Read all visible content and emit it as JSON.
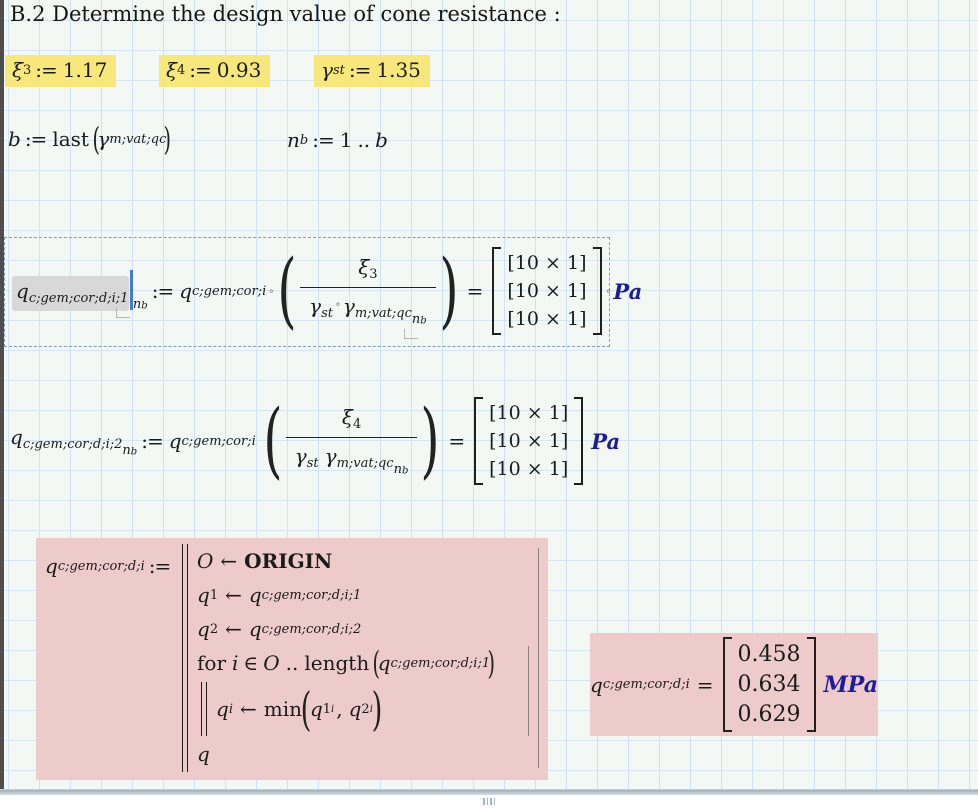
{
  "title": "B.2 Determine the design value of cone resistance :",
  "colors": {
    "highlight_yellow": "#f8e87b",
    "region_pink": "#edcbcb",
    "unit_blue": "#1d1d9c",
    "grid_blue": "#cfe1f2",
    "cursor_blue": "#3e7cd6",
    "selection_dash": "#7d9cb8"
  },
  "defs": {
    "xi3": {
      "name": "ξ",
      "sub": "3",
      "assign": ":=",
      "value": "1.17"
    },
    "xi4": {
      "name": "ξ",
      "sub": "4",
      "assign": ":=",
      "value": "0.93"
    },
    "gamma_st": {
      "name": "γ",
      "sub": "st",
      "assign": ":=",
      "value": "1.35"
    },
    "b": {
      "lhs": "b",
      "assign": ":=",
      "func": "last",
      "arg": "γ",
      "arg_sub": "m;vat;qc"
    },
    "nb": {
      "lhs": "n",
      "lhs_sub": "b",
      "assign": ":=",
      "start": "1",
      "dots": "..",
      "end": "b"
    }
  },
  "eq1": {
    "lhs": "q",
    "lhs_sub": "c;gem;cor;d;i;1",
    "idx": "n",
    "idx_sub": "b",
    "assign": ":=",
    "rhs": "q",
    "rhs_sub": "c;gem;cor;i",
    "times": "∘",
    "lparen": "(",
    "rparen": ")",
    "num": "ξ",
    "num_sub": "3",
    "den1": "γ",
    "den1_sub": "st",
    "den_times": "∘",
    "den2": "γ",
    "den2_sub": "m;vat;qc",
    "den2_idx": "n",
    "den2_idx_sub": "b",
    "equals": "=",
    "matrix": [
      "[10 × 1]",
      "[10 × 1]",
      "[10 × 1]"
    ],
    "unit_times": "∘",
    "unit": "Pa"
  },
  "eq2": {
    "lhs": "q",
    "lhs_sub": "c;gem;cor;d;i;2",
    "idx": "n",
    "idx_sub": "b",
    "assign": ":=",
    "rhs": "q",
    "rhs_sub": "c;gem;cor;i",
    "lparen": "(",
    "rparen": ")",
    "num": "ξ",
    "num_sub": "4",
    "den1": "γ",
    "den1_sub": "st",
    "den2": "γ",
    "den2_sub": "m;vat;qc",
    "den2_idx": "n",
    "den2_idx_sub": "b",
    "equals": "=",
    "matrix": [
      "[10 × 1]",
      "[10 × 1]",
      "[10 × 1]"
    ],
    "unit": "Pa"
  },
  "program": {
    "lhs": "q",
    "lhs_sub": "c;gem;cor;d;i",
    "assign": ":=",
    "l1_a": "O",
    "l1_arrow": "←",
    "l1_b": "ORIGIN",
    "l2_a": "q",
    "l2_a_sub": "1",
    "l2_arrow": "←",
    "l2_b": "q",
    "l2_b_sub": "c;gem;cor;d;i;1",
    "l3_a": "q",
    "l3_a_sub": "2",
    "l3_arrow": "←",
    "l3_b": "q",
    "l3_b_sub": "c;gem;cor;d;i;2",
    "l4_for": "for",
    "l4_var": "i",
    "l4_in": "∈",
    "l4_start": "O",
    "l4_dots": "..",
    "l4_func": "length",
    "l4_lparen": "(",
    "l4_arg": "q",
    "l4_arg_sub": "c;gem;cor;d;i;1",
    "l4_rparen": ")",
    "l5_a": "q",
    "l5_a_idx": "i",
    "l5_arrow": "←",
    "l5_func": "min",
    "l5_lparen": "(",
    "l5_p1": "q",
    "l5_p1_sub": "1",
    "l5_p1_idx": "i",
    "l5_comma": ",",
    "l5_p2": "q",
    "l5_p2_sub": "2",
    "l5_p2_idx": "i",
    "l5_rparen": ")",
    "l6": "q"
  },
  "result": {
    "lhs": "q",
    "lhs_sub": "c;gem;cor;d;i",
    "equals": "=",
    "values": [
      "0.458",
      "0.634",
      "0.629"
    ],
    "unit": "MPa"
  }
}
